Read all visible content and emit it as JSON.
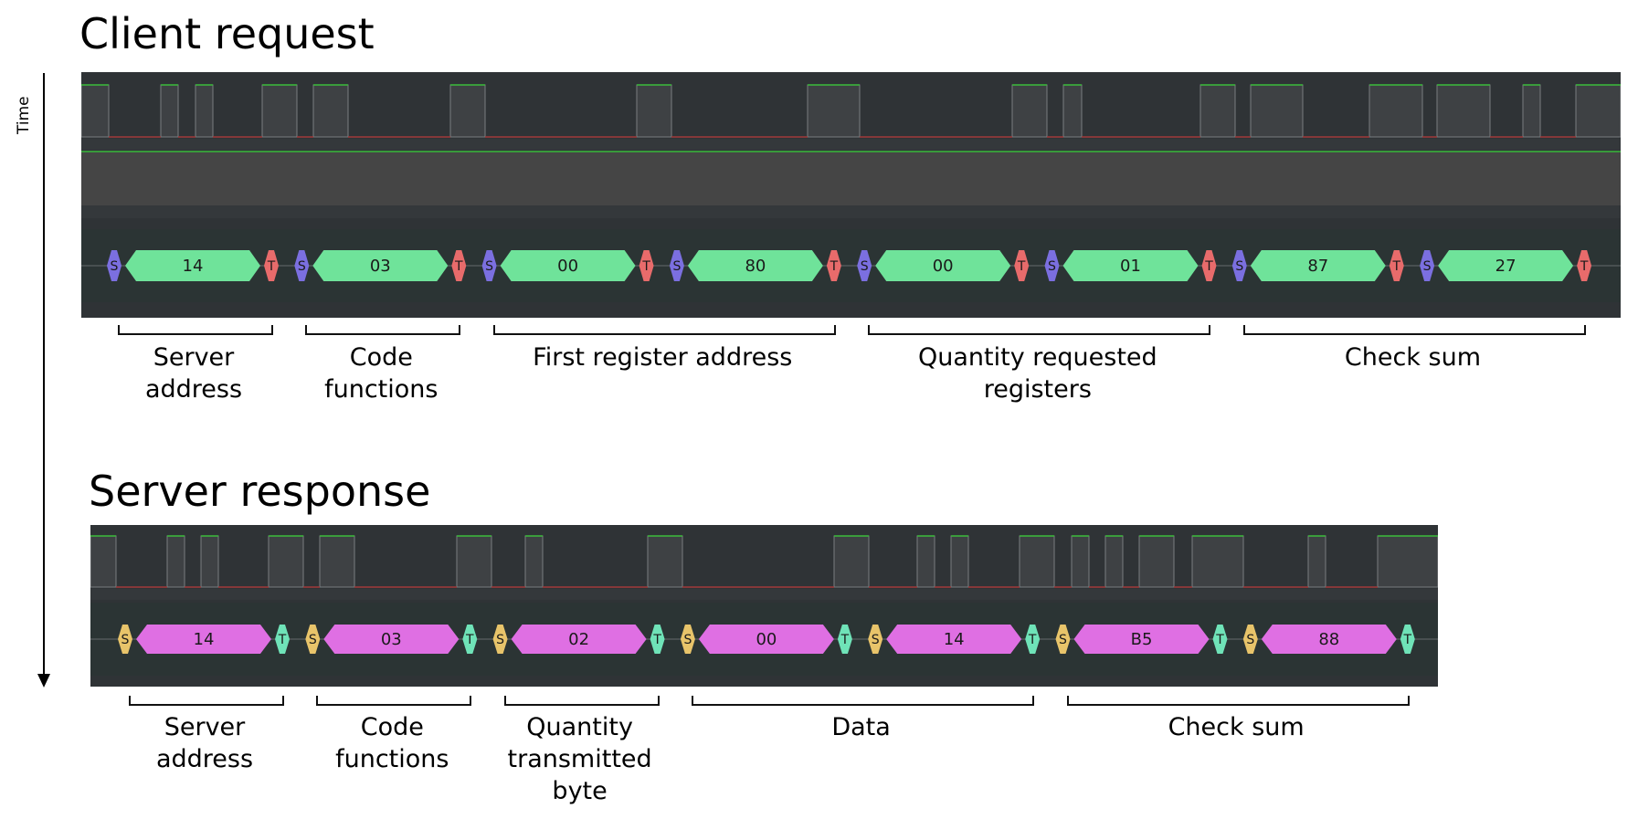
{
  "axis": {
    "label": "Time"
  },
  "request": {
    "title": "Client request",
    "start_label": "S",
    "stop_label": "T",
    "bytes": [
      "14",
      "03",
      "00",
      "80",
      "00",
      "01",
      "87",
      "27"
    ],
    "colors": {
      "start": "#7b6fe0",
      "data": "#6fe39a",
      "stop": "#e86b6b"
    },
    "groups": [
      {
        "label": "Server\naddress",
        "from_byte": 0,
        "to_byte": 0
      },
      {
        "label": "Code\nfunctions",
        "from_byte": 1,
        "to_byte": 1
      },
      {
        "label": "First register address",
        "from_byte": 2,
        "to_byte": 3
      },
      {
        "label": "Quantity requested\nregisters",
        "from_byte": 4,
        "to_byte": 5
      },
      {
        "label": "Check sum",
        "from_byte": 6,
        "to_byte": 7
      }
    ]
  },
  "response": {
    "title": "Server response",
    "start_label": "S",
    "stop_label": "T",
    "bytes": [
      "14",
      "03",
      "02",
      "00",
      "14",
      "B5",
      "88"
    ],
    "colors": {
      "start": "#e8c46a",
      "data": "#df6fe3",
      "stop": "#6fe3b8"
    },
    "groups": [
      {
        "label": "Server\naddress",
        "from_byte": 0,
        "to_byte": 0
      },
      {
        "label": "Code\nfunctions",
        "from_byte": 1,
        "to_byte": 1
      },
      {
        "label": "Quantity\ntransmitted\nbyte",
        "from_byte": 2,
        "to_byte": 2
      },
      {
        "label": "Data",
        "from_byte": 3,
        "to_byte": 4
      },
      {
        "label": "Check sum",
        "from_byte": 5,
        "to_byte": 6
      }
    ]
  },
  "theme": {
    "panel_bg": "#2f3336",
    "pulse_fill": "#3e4144",
    "signal_high": "#3bbd3b",
    "signal_low": "#a23a3a",
    "trace_line": "#666a6d",
    "idle_band": "#454545"
  }
}
